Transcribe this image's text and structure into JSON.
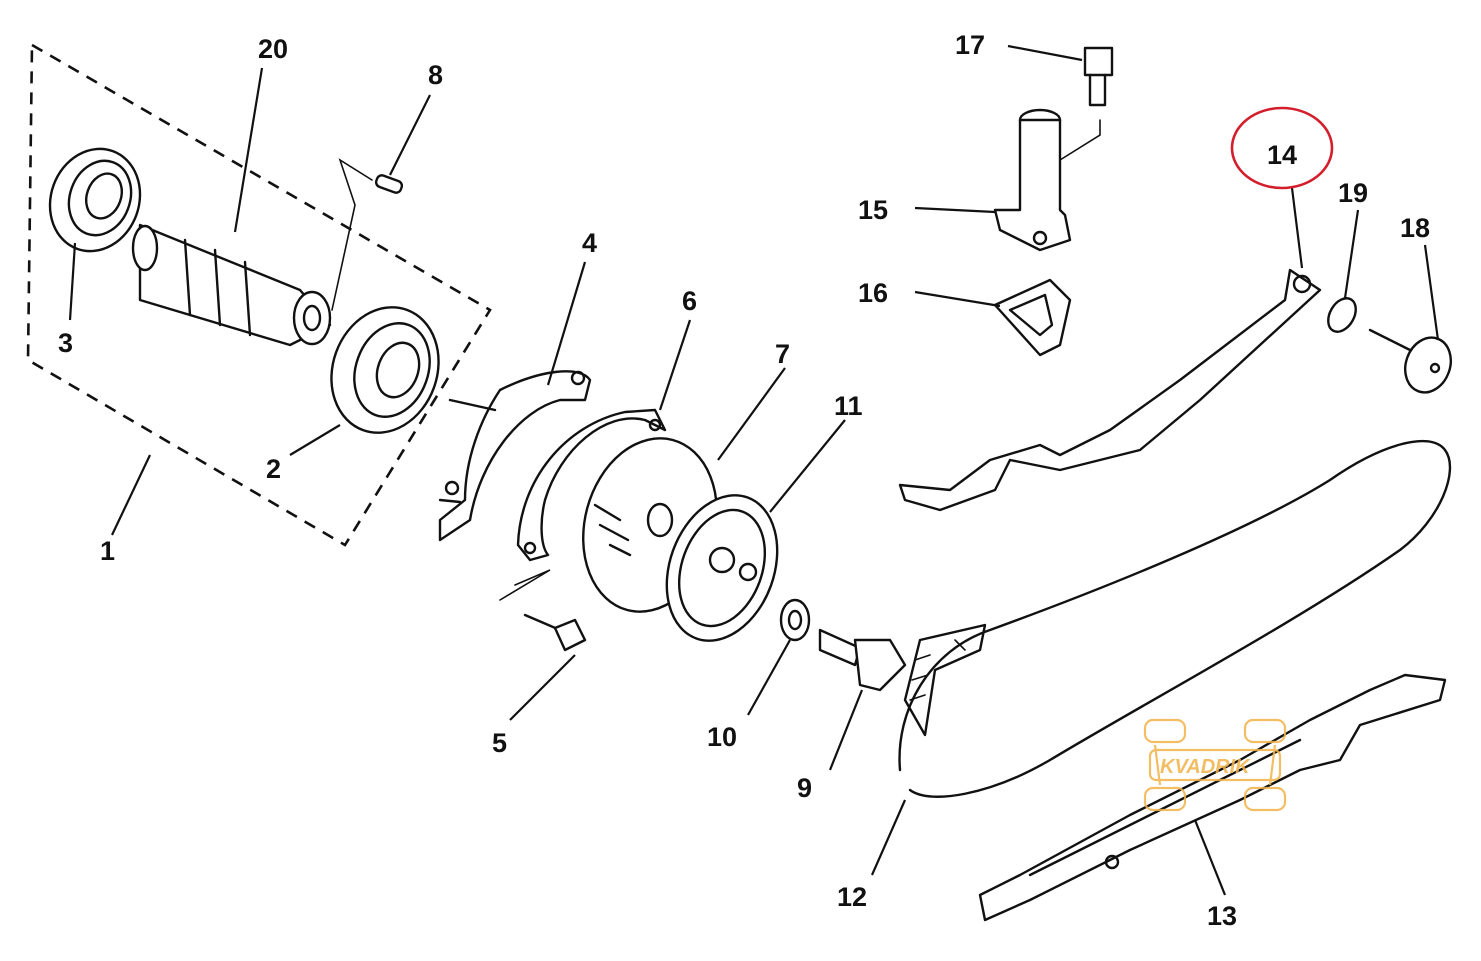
{
  "part_labels": [
    {
      "id": "1",
      "text": "1"
    },
    {
      "id": "2",
      "text": "2"
    },
    {
      "id": "3",
      "text": "3"
    },
    {
      "id": "4",
      "text": "4"
    },
    {
      "id": "5",
      "text": "5"
    },
    {
      "id": "6",
      "text": "6"
    },
    {
      "id": "7",
      "text": "7"
    },
    {
      "id": "8",
      "text": "8"
    },
    {
      "id": "9",
      "text": "9"
    },
    {
      "id": "10",
      "text": "10"
    },
    {
      "id": "11",
      "text": "11"
    },
    {
      "id": "12",
      "text": "12"
    },
    {
      "id": "13",
      "text": "13"
    },
    {
      "id": "14",
      "text": "14"
    },
    {
      "id": "15",
      "text": "15"
    },
    {
      "id": "16",
      "text": "16"
    },
    {
      "id": "17",
      "text": "17"
    },
    {
      "id": "18",
      "text": "18"
    },
    {
      "id": "19",
      "text": "19"
    },
    {
      "id": "20",
      "text": "20"
    }
  ],
  "highlight": {
    "part": "14",
    "color": "#d31f2c"
  },
  "watermark": {
    "brand": "KVADRIK",
    "tagline": "",
    "color": "#f2b24a"
  }
}
